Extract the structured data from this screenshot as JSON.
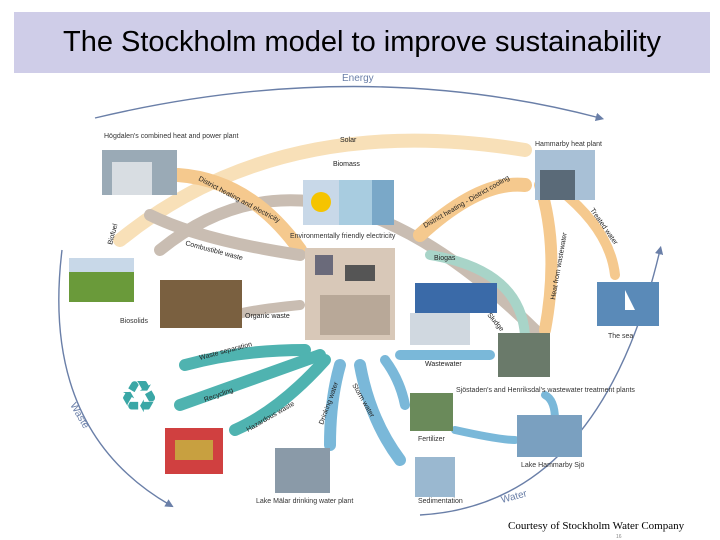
{
  "title": "The Stockholm model to improve sustainability",
  "cycle_labels": {
    "energy": "Energy",
    "waste": "Waste",
    "water": "Water"
  },
  "nodes": {
    "hogdalen": "Högdalen's combined heat and power plant",
    "hammarby_heat": "Hammarby heat plant",
    "env_electricity": "Environmentally friendly electricity",
    "biogas": "Biogas",
    "sea": "The sea",
    "sjostaden": "Sjöstaden's and Henriksdal's wastewater treatment plants",
    "fertilizer": "Fertilizer",
    "lake": "Lake Hammarby Sjö",
    "sedimentation": "Sedimentation",
    "malar": "Lake Mälar drinking water plant",
    "biosolids": "Biosolids"
  },
  "arrows": {
    "biofuel": "Biofuel",
    "district_heating": "District heating and electricity",
    "district_heating_cooling": "District heating - District cooling",
    "biomass": "Biomass",
    "combustible_waste": "Combustible waste",
    "organic_waste": "Organic waste",
    "waste_separation": "Waste separation",
    "recycling": "Recycling",
    "hazardous_waste": "Hazardous waste",
    "drinking_water": "Drinking water",
    "storm_water": "Storm water",
    "wastewater": "Wastewater",
    "sludge": "Sludge",
    "treated_water": "Treated water",
    "heat_from_water": "Heat from wastewater",
    "solar": "Solar"
  },
  "courtesy": "Courtesy of Stockholm Water Company",
  "page_number": "16",
  "colors": {
    "title_bg": "#cfcde8",
    "energy_arrow": "#f5c98e",
    "biomass_arrow": "#b8a89a",
    "water_arrow": "#7ab8d9",
    "waste_arrow": "#4fb3b0",
    "recycle_icon": "#3aa7a6"
  }
}
